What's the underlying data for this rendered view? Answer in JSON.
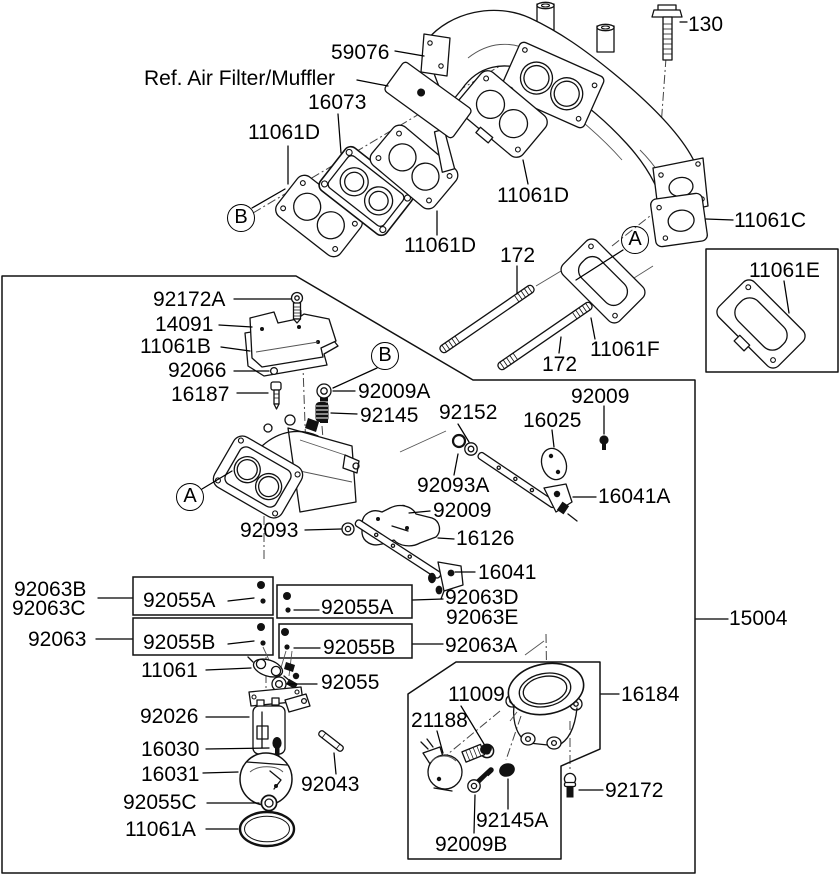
{
  "diagram": {
    "description": "Carburetor and intake manifold exploded parts diagram",
    "reference_note": "Ref. Air Filter/Muffler"
  },
  "colors": {
    "line": "#000000",
    "background": "#ffffff"
  },
  "refs": {
    "A": "A",
    "B": "B"
  },
  "labels": {
    "l130": "130",
    "l59076": "59076",
    "ref_air": "Ref. Air Filter/Muffler",
    "l16073": "16073",
    "l11061D_1": "11061D",
    "l11061D_2": "11061D",
    "l11061D_3": "11061D",
    "l11061C": "11061C",
    "l11061E": "11061E",
    "l11061F": "11061F",
    "l172_1": "172",
    "l172_2": "172",
    "l15004": "15004",
    "l92172A": "92172A",
    "l14091": "14091",
    "l11061B": "11061B",
    "l92066": "92066",
    "l16187": "16187",
    "l92009A": "92009A",
    "l92145": "92145",
    "l92152": "92152",
    "l16025": "16025",
    "l92009_1": "92009",
    "l92093A": "92093A",
    "l16041A": "16041A",
    "l92093": "92093",
    "l92009_2": "92009",
    "l16126": "16126",
    "l16041": "16041",
    "l92063B": "92063B",
    "l92063C": "92063C",
    "l92055A_1": "92055A",
    "l92055A_2": "92055A",
    "l92063D": "92063D",
    "l92063E": "92063E",
    "l92063": "92063",
    "l92055B_1": "92055B",
    "l92055B_2": "92055B",
    "l92063A": "92063A",
    "l11061": "11061",
    "l92055": "92055",
    "l92026": "92026",
    "l16030": "16030",
    "l16031": "16031",
    "l92055C": "92055C",
    "l11061A": "11061A",
    "l92043": "92043",
    "l11009": "11009",
    "l21188": "21188",
    "l16184": "16184",
    "l92172": "92172",
    "l92145A": "92145A",
    "l92009B": "92009B"
  }
}
